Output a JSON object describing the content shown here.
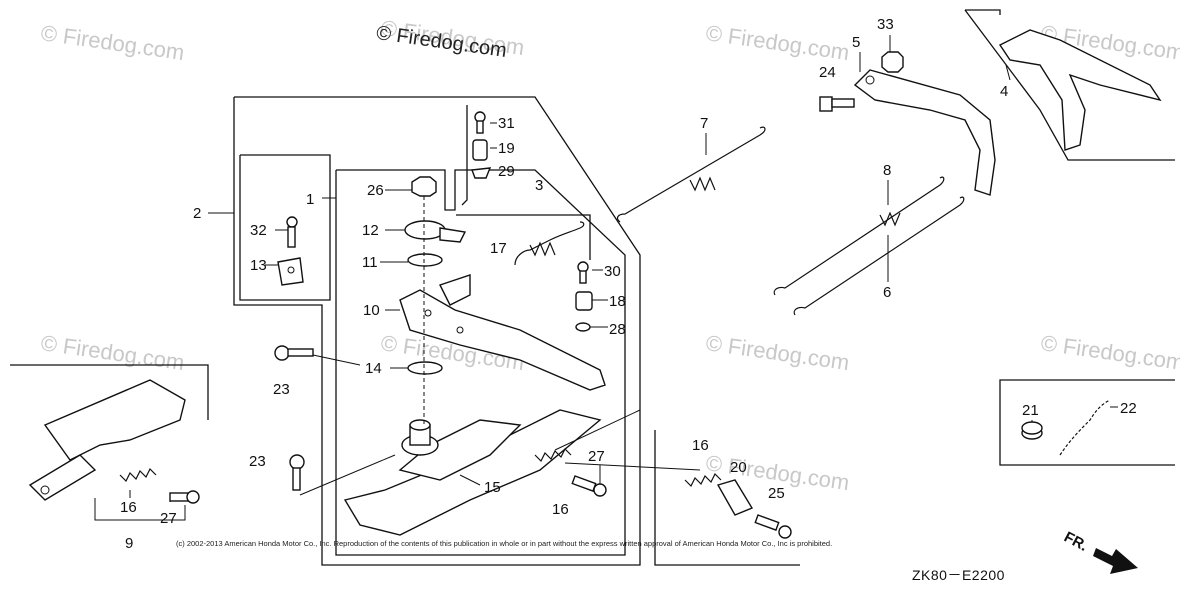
{
  "brand_watermark": "© Firedog.com",
  "faint_watermarks": [
    "© Firedog.com",
    "© Firedog.com",
    "© Firedog.com",
    "© Firedog.com",
    "© Firedog.com",
    "© Firedog.com",
    "© Firedog.com",
    "© Firedog.com",
    "© Firedog.com"
  ],
  "callouts": {
    "c1": "1",
    "c2": "2",
    "c3": "3",
    "c4": "4",
    "c5": "5",
    "c6": "6",
    "c7": "7",
    "c8": "8",
    "c9": "9",
    "c10": "10",
    "c11": "11",
    "c12": "12",
    "c13": "13",
    "c14": "14",
    "c15": "15",
    "c16a": "16",
    "c16b": "16",
    "c16c": "16",
    "c17": "17",
    "c18": "18",
    "c19": "19",
    "c20": "20",
    "c21": "21",
    "c22": "22",
    "c23a": "23",
    "c23b": "23",
    "c24": "24",
    "c25": "25",
    "c26": "26",
    "c27a": "27",
    "c27b": "27",
    "c28": "28",
    "c29": "29",
    "c30": "30",
    "c31": "31",
    "c32": "32",
    "c33": "33"
  },
  "copyright": "(c) 2002-2013 American Honda Motor Co., Inc. Reproduction of the contents of this publication in whole or in part without the express written approval of American Honda Motor Co., Inc is prohibited.",
  "diagram_code": "ZK80－E2200",
  "direction_label": "FR."
}
